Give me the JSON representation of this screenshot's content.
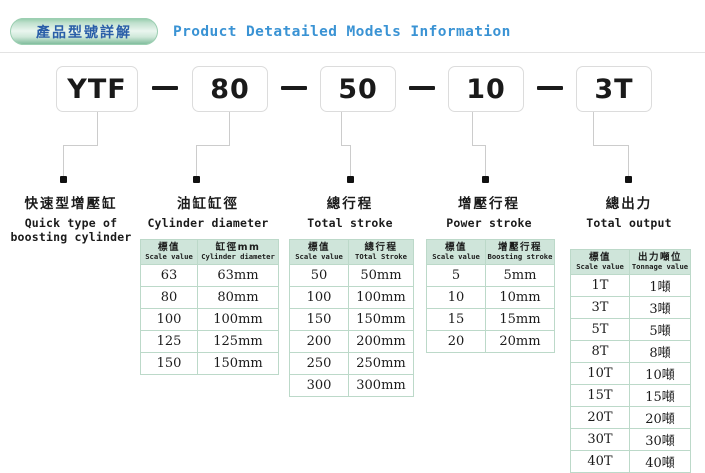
{
  "header": {
    "badge_cn": "產品型號詳解",
    "title_en": "Product Detatailed Models Information",
    "badge_color": "#8fc9a8",
    "title_color": "#3a93d4"
  },
  "model_code": {
    "segments": [
      "YTF",
      "80",
      "50",
      "10",
      "3T"
    ],
    "separator": "—"
  },
  "columns": [
    {
      "title_cn": "快速型增壓缸",
      "title_en_line1": "Quick type of",
      "title_en_line2": "boosting cylinder",
      "table": null
    },
    {
      "title_cn": "油缸缸徑",
      "title_en_line1": "Cylinder diameter",
      "title_en_line2": "",
      "table": {
        "headers": [
          {
            "cn": "標值",
            "en": "Scale value"
          },
          {
            "cn": "缸徑mm",
            "en": "Cylinder diameter"
          }
        ],
        "rows": [
          [
            "63",
            "63mm"
          ],
          [
            "80",
            "80mm"
          ],
          [
            "100",
            "100mm"
          ],
          [
            "125",
            "125mm"
          ],
          [
            "150",
            "150mm"
          ]
        ]
      }
    },
    {
      "title_cn": "總行程",
      "title_en_line1": "Total stroke",
      "title_en_line2": "",
      "table": {
        "headers": [
          {
            "cn": "標值",
            "en": "Scale value"
          },
          {
            "cn": "總行程",
            "en": "TOtal Stroke"
          }
        ],
        "rows": [
          [
            "50",
            "50mm"
          ],
          [
            "100",
            "100mm"
          ],
          [
            "150",
            "150mm"
          ],
          [
            "200",
            "200mm"
          ],
          [
            "250",
            "250mm"
          ],
          [
            "300",
            "300mm"
          ]
        ]
      }
    },
    {
      "title_cn": "增壓行程",
      "title_en_line1": "Power stroke",
      "title_en_line2": "",
      "table": {
        "headers": [
          {
            "cn": "標值",
            "en": "Scale value"
          },
          {
            "cn": "增壓行程",
            "en": "Boosting stroke"
          }
        ],
        "rows": [
          [
            "5",
            "5mm"
          ],
          [
            "10",
            "10mm"
          ],
          [
            "15",
            "15mm"
          ],
          [
            "20",
            "20mm"
          ]
        ]
      }
    },
    {
      "title_cn": "總出力",
      "title_en_line1": "Total output",
      "title_en_line2": "",
      "table": {
        "headers": [
          {
            "cn": "標值",
            "en": "Scale value"
          },
          {
            "cn": "出力噸位",
            "en": "Tonnage value"
          }
        ],
        "rows": [
          [
            "1T",
            "1噸"
          ],
          [
            "3T",
            "3噸"
          ],
          [
            "5T",
            "5噸"
          ],
          [
            "8T",
            "8噸"
          ],
          [
            "10T",
            "10噸"
          ],
          [
            "15T",
            "15噸"
          ],
          [
            "20T",
            "20噸"
          ],
          [
            "30T",
            "30噸"
          ],
          [
            "40T",
            "40噸"
          ]
        ]
      }
    }
  ],
  "theme": {
    "table_header_bg": "#cfe5da",
    "table_border": "#bcd9c9",
    "box_border": "#dcdcdc",
    "connector": "#cccccc",
    "dot": "#111111"
  }
}
